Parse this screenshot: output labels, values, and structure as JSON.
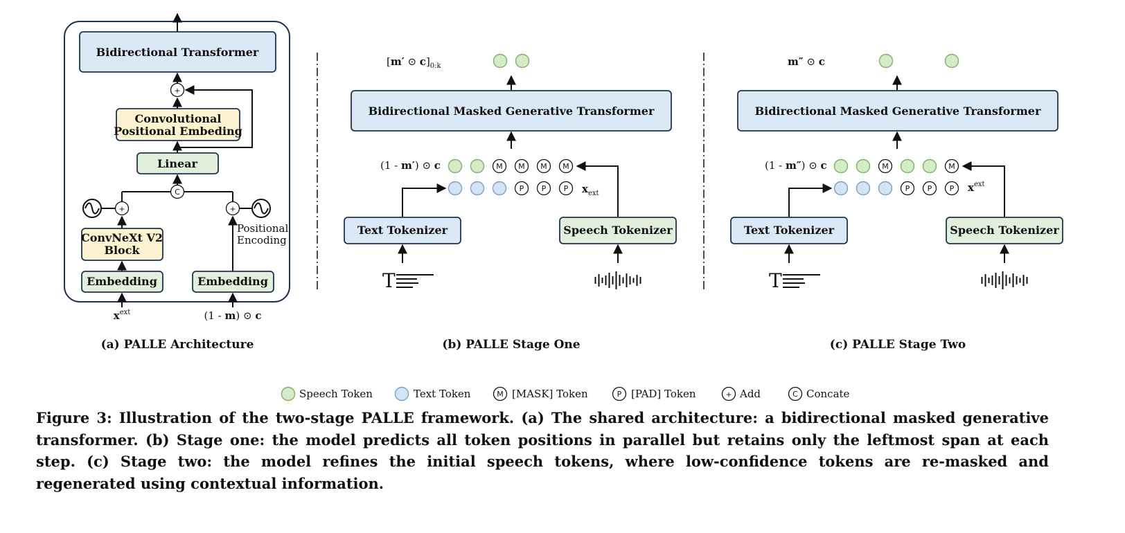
{
  "panel_a": {
    "bidirectional_transformer": "Bidirectional Transformer",
    "conv_pos_line1": "Convolutional",
    "conv_pos_line2": "Positional Embeding",
    "linear": "Linear",
    "convnext_line1": "ConvNeXt V2",
    "convnext_line2": "Block",
    "embedding_left": "Embedding",
    "embedding_right": "Embedding",
    "positional_line1": "Positional",
    "positional_line2": "Encoding",
    "input_left_base": "x",
    "input_left_sup": "ext",
    "input_right_prefix": "(1 - ",
    "input_right_m": "m",
    "input_right_suffix": ") ⊙ ",
    "input_right_c": "c",
    "caption": "(a)  PALLE Architecture"
  },
  "panel_b": {
    "transformer": "Bidirectional Masked Generative Transformer",
    "text_tokenizer": "Text Tokenizer",
    "speech_tokenizer": "Speech Tokenizer",
    "output_expr_open": "[",
    "output_expr_m": "m′",
    "output_expr_op": " ⊙ ",
    "output_expr_c": "c",
    "output_expr_close": "]",
    "output_expr_sub": "0:k",
    "masked_prefix": "(1 - ",
    "masked_m": "m′",
    "masked_suffix": ") ⊙ ",
    "masked_c": "c",
    "xext_base": "x",
    "xext_sub": "ext",
    "caption": "(b)  PALLE Stage One"
  },
  "panel_c": {
    "transformer": "Bidirectional Masked Generative Transformer",
    "text_tokenizer": "Text Tokenizer",
    "speech_tokenizer": "Speech Tokenizer",
    "output_expr_m": "m″",
    "output_expr_op": " ⊙ ",
    "output_expr_c": "c",
    "masked_prefix": "(1 - ",
    "masked_m": "m″",
    "masked_suffix": ") ⊙ ",
    "masked_c": "c",
    "xext_base": "x",
    "xext_sup": "ext",
    "caption": "(c)  PALLE Stage Two"
  },
  "symbols": {
    "mask": "M",
    "pad": "P",
    "add": "+",
    "concat": "C",
    "text_glyph": "T"
  },
  "legend": {
    "speech": "Speech Token",
    "text": "Text Token",
    "mask": "[MASK] Token",
    "pad": "[PAD] Token",
    "add": "Add",
    "concat": "Concate"
  },
  "caption": "Figure 3: Illustration of the two-stage PALLE framework. (a) The shared architecture: a bidirectional masked generative transformer. (b) Stage one: the model predicts all token positions in parallel but retains only the leftmost span at each step. (c) Stage two: the model refines the initial speech tokens, where low-confidence tokens are re-masked and regenerated using contextual information.",
  "colors": {
    "box_blue": "#dbe8f5",
    "box_green": "#e2efdc",
    "box_yellow": "#fdf2cf",
    "speech_token": "#d6ecc9",
    "text_token": "#d3e4f4",
    "frame": "#1d3350"
  }
}
